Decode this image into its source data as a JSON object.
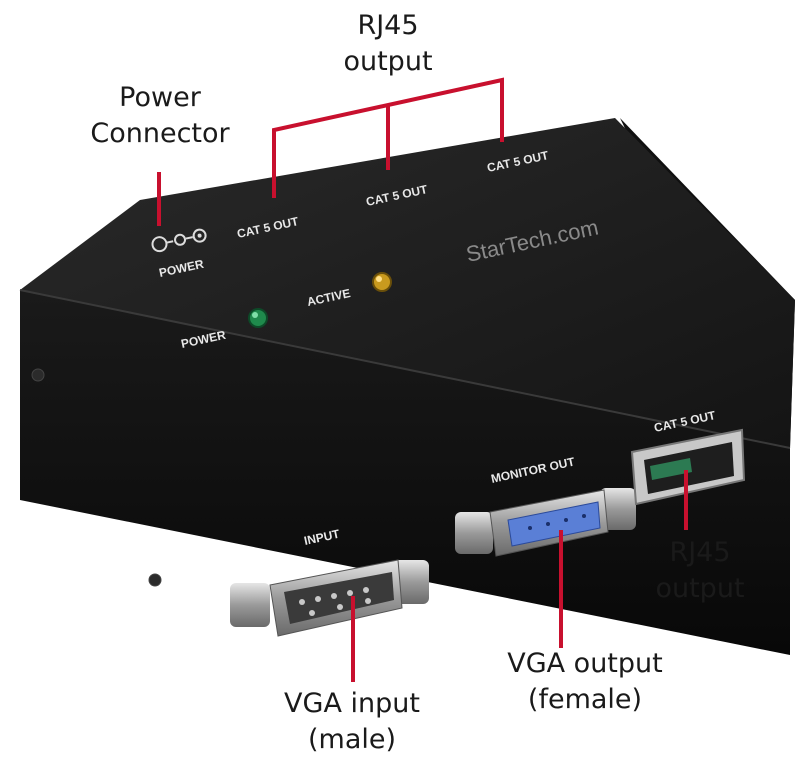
{
  "annotations": {
    "power_connector": [
      "Power",
      "Connector"
    ],
    "rj45_top": [
      "RJ45",
      "output"
    ],
    "rj45_right": [
      "RJ45",
      "output"
    ],
    "vga_input": [
      "VGA input",
      "(male)"
    ],
    "vga_output": [
      "VGA output",
      "(female)"
    ]
  },
  "device_labels": {
    "power_jack": "POWER",
    "power_led": "POWER",
    "active_led": "ACTIVE",
    "cat5_out_1": "CAT 5 OUT",
    "cat5_out_2": "CAT 5 OUT",
    "cat5_out_3": "CAT 5 OUT",
    "cat5_out_front": "CAT 5 OUT",
    "input": "INPUT",
    "monitor_out": "MONITOR OUT",
    "brand": "StarTech.com"
  },
  "colors": {
    "leader_line": "#c8102e",
    "device_body": "#1c1c1c",
    "power_led": "#1f8a4c",
    "active_led": "#c99a1e",
    "vga_female_blue": "#5a7fd6"
  }
}
